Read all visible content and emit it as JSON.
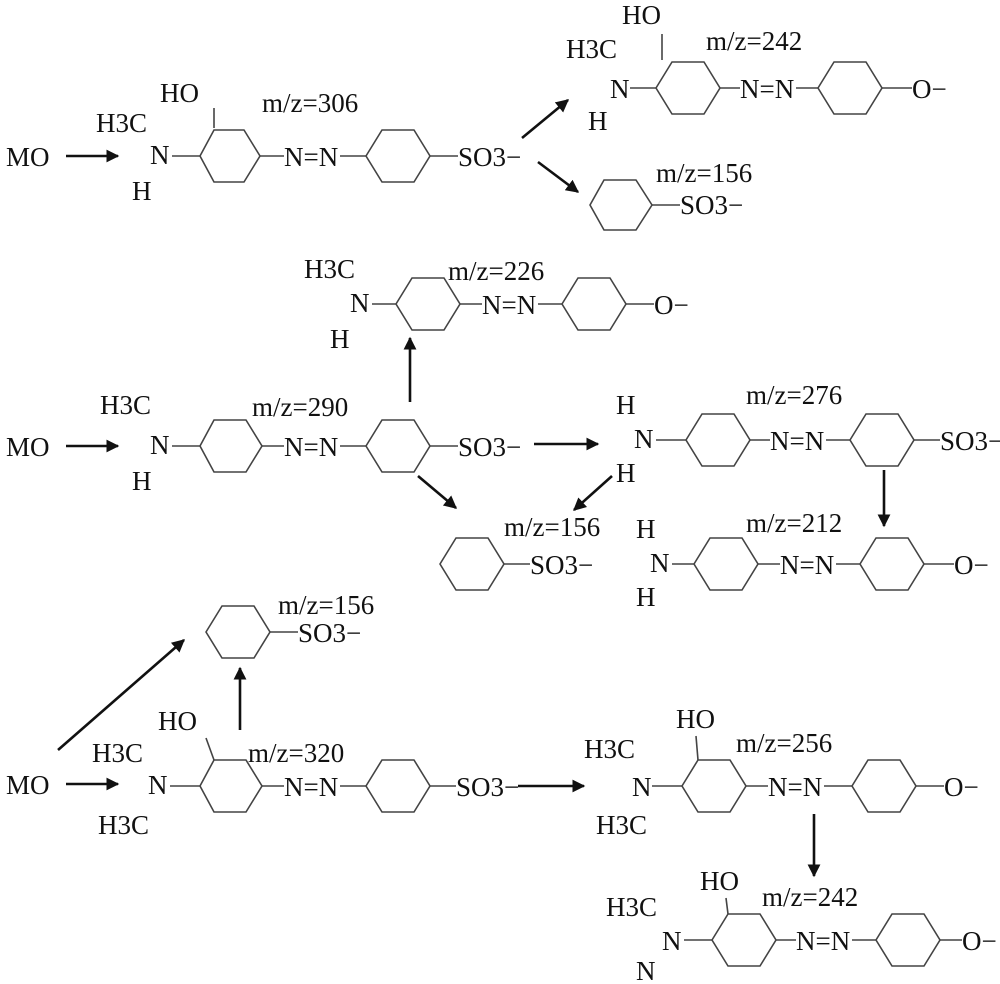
{
  "diagram": {
    "start_label": "MO",
    "pathways": [
      {
        "products": [
          {
            "mz_label": "m/z=306",
            "hydroxy": "HO",
            "amine_top": "H3C",
            "amine_n": "N",
            "amine_bottom": "H",
            "azo": "N=N",
            "terminal": "SO3−"
          },
          {
            "mz_label": "m/z=242",
            "hydroxy": "HO",
            "amine_top": "H3C",
            "amine_n": "N",
            "amine_bottom": "H",
            "azo": "N=N",
            "terminal": "O−"
          },
          {
            "mz_label": "m/z=156",
            "terminal": "SO3−"
          }
        ]
      },
      {
        "products": [
          {
            "mz_label": "m/z=290",
            "amine_top": "H3C",
            "amine_n": "N",
            "amine_bottom": "H",
            "azo": "N=N",
            "terminal": "SO3−"
          },
          {
            "mz_label": "m/z=226",
            "amine_top": "H3C",
            "amine_n": "N",
            "amine_bottom": "H",
            "azo": "N=N",
            "terminal": "O−"
          },
          {
            "mz_label": "m/z=276",
            "amine_top": "H",
            "amine_n": "N",
            "amine_bottom": "H",
            "azo": "N=N",
            "terminal": "SO3−"
          },
          {
            "mz_label": "m/z=156",
            "terminal": "SO3−"
          },
          {
            "mz_label": "m/z=212",
            "amine_top": "H",
            "amine_n": "N",
            "amine_bottom": "H",
            "azo": "N=N",
            "terminal": "O−"
          }
        ]
      },
      {
        "products": [
          {
            "mz_label": "m/z=320",
            "hydroxy": "HO",
            "amine_top": "H3C",
            "amine_n": "N",
            "amine_bottom": "H3C",
            "azo": "N=N",
            "terminal": "SO3−"
          },
          {
            "mz_label": "m/z=156",
            "terminal": "SO3−"
          },
          {
            "mz_label": "m/z=256",
            "hydroxy": "HO",
            "amine_top": "H3C",
            "amine_n": "N",
            "amine_bottom": "H3C",
            "azo": "N=N",
            "terminal": "O−"
          },
          {
            "mz_label": "m/z=242",
            "hydroxy": "HO",
            "amine_top": "H3C",
            "amine_n": "N",
            "amine_bottom": "N",
            "azo": "N=N",
            "terminal": "O−"
          }
        ]
      }
    ]
  },
  "colors": {
    "ink": "#111111",
    "bond": "#444444",
    "background": "#ffffff"
  }
}
